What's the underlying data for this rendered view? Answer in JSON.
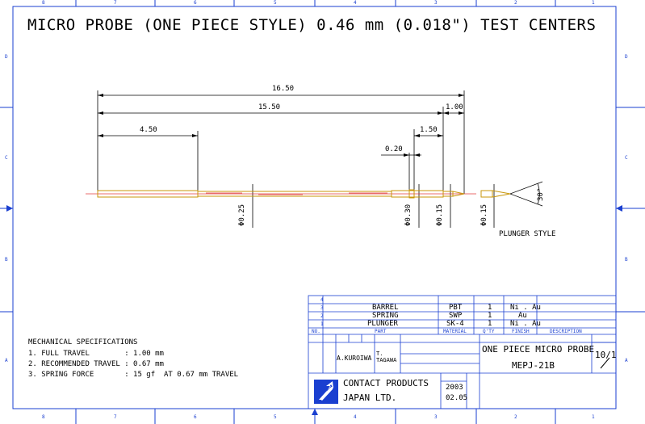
{
  "title": "MICRO PROBE (ONE PIECE STYLE) 0.46 mm (0.018\") TEST CENTERS",
  "border": {
    "top_cols": [
      "8",
      "7",
      "6",
      "5",
      "4",
      "3",
      "2",
      "1"
    ],
    "bottom_cols": [
      "8",
      "7",
      "6",
      "5",
      "4",
      "3",
      "2",
      "1"
    ],
    "rows": [
      "D",
      "C",
      "B",
      "A"
    ]
  },
  "dimensions": {
    "overall": "16.50",
    "barrel": "15.50",
    "tip": "1.00",
    "left_section": "4.50",
    "plunger_len": "1.50",
    "gap": "0.20",
    "dia_barrel": "Φ0.25",
    "dia_mid": "Φ0.30",
    "dia_plunger": "Φ0.15",
    "dia_style": "Φ0.15",
    "angle": "30°"
  },
  "plunger_style_label": "PLUNGER STYLE",
  "mechanical": {
    "heading": "MECHANICAL SPECIFICATIONS",
    "items": [
      "1. FULL TRAVEL        : 1.00 mm",
      "2. RECOMMENDED TRAVEL : 0.67 mm",
      "3. SPRING FORCE       : 15 gf  AT 0.67 mm TRAVEL"
    ]
  },
  "parts_table": {
    "header": {
      "no": "NO.",
      "part": "PART",
      "material": "MATERIAL",
      "qty": "Q'TY",
      "finish": "FINISH",
      "description": "DESCRIPTION"
    },
    "rows": [
      {
        "no": "4",
        "part": "",
        "material": "",
        "qty": "",
        "finish": ""
      },
      {
        "no": "3",
        "part": "BARREL",
        "material": "PBT",
        "qty": "1",
        "finish": "Ni . Au"
      },
      {
        "no": "2",
        "part": "SPRING",
        "material": "SWP",
        "qty": "1",
        "finish": "Au"
      },
      {
        "no": "1",
        "part": "PLUNGER",
        "material": "SK-4",
        "qty": "1",
        "finish": "Ni . Au"
      }
    ]
  },
  "title_block": {
    "drawn": "A.KUROIWA",
    "checked": "T.\nTAGAWA",
    "name": "ONE PIECE MICRO PROBE",
    "drawing_no": "MEPJ-21B",
    "scale": "10/1",
    "company_line1": "CONTACT PRODUCTS",
    "company_line2": "JAPAN LTD.",
    "year": "2003",
    "date": "02.05"
  },
  "colors": {
    "frame": "#1a3fd0",
    "probe": "#c8960a",
    "centerline": "#e23b3b",
    "dim": "#000000"
  }
}
